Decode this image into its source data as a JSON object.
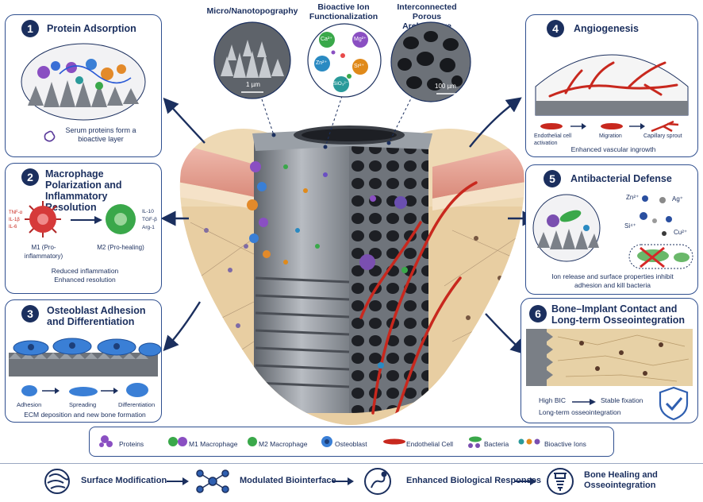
{
  "top_labels": {
    "micro": "Micro/Nanotopography",
    "ion": "Bioactive Ion Functionalization",
    "porous": "Interconnected Porous Architecture",
    "scale_1um": "1 µm",
    "scale_100um": "100 µm",
    "ions": [
      "Ca²⁺",
      "Mg²⁺",
      "Zn²⁺",
      "Sr²⁺",
      "SiO₃²⁻"
    ]
  },
  "panel1": {
    "num": "1",
    "title": "Protein Adsorption",
    "caption": "Serum proteins form a bioactive layer"
  },
  "panel2": {
    "num": "2",
    "title": "Macrophage Polarization and Inflammatory Resolution",
    "m1_cyto": [
      "TNF-α",
      "IL-1β",
      "IL-6"
    ],
    "m2_cyto": [
      "IL-10",
      "TGF-β",
      "Arg-1"
    ],
    "m1_label": "M1 (Pro-inflammatory)",
    "m2_label": "M2 (Pro-healing)",
    "caption": "Reduced inflammation Enhanced resolution"
  },
  "panel3": {
    "num": "3",
    "title": "Osteoblast Adhesion and Differentiation",
    "steps": [
      "Adhesion",
      "Spreading",
      "Differentiation"
    ],
    "caption": "ECM deposition and new bone formation"
  },
  "panel4": {
    "num": "4",
    "title": "Angiogenesis",
    "steps": [
      "Endothelial cell activation",
      "Migration",
      "Capillary sprout"
    ],
    "caption": "Enhanced vascular ingrowth"
  },
  "panel5": {
    "num": "5",
    "title": "Antibacterial Defense",
    "ions": [
      "Zn²⁺",
      "Ag⁺",
      "Si⁴⁺",
      "Cu²⁺"
    ],
    "caption": "Ion release and surface properties inhibit adhesion and kill bacteria"
  },
  "panel6": {
    "num": "6",
    "title": "Bone–Implant Contact and Long-term Osseointegration",
    "bic": "High BIC",
    "fixation": "Stable fixation",
    "caption": "Long-term osseointegration"
  },
  "legend": [
    "Proteins",
    "M1 Macrophage",
    "M2 Macrophage",
    "Osteoblast",
    "Endothelial Cell",
    "Bacteria",
    "Bioactive Ions"
  ],
  "flow": [
    "Surface Modification",
    "Modulated Biointerface",
    "Enhanced Biological Responses",
    "Bone Healing and Osseointegration"
  ],
  "colors": {
    "navy": "#1b2f5e",
    "border": "#2f4f8f",
    "m1": "#d63a3a",
    "m2": "#3aa84a",
    "osteoblast": "#3a7fd6",
    "protein": "#8a4fc2",
    "vessel": "#c8281e",
    "bone": "#e8cfa4",
    "metal": "#8a8f96"
  }
}
